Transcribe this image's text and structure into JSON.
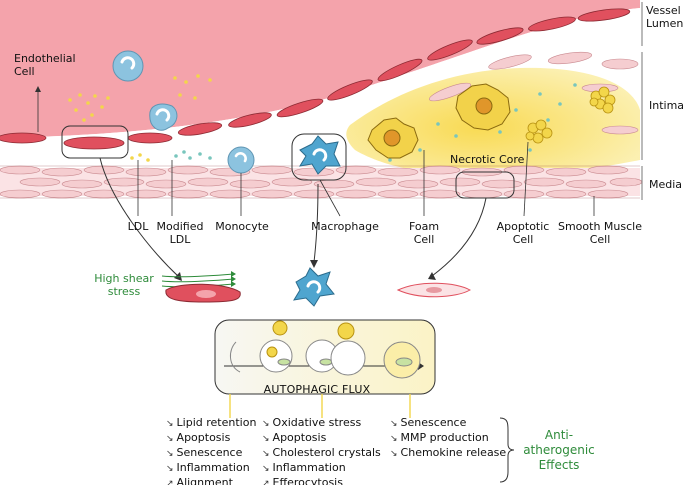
{
  "layers": {
    "vessel_lumen": [
      "Vessel",
      "Lumen"
    ],
    "intima": "Intima",
    "media": "Media"
  },
  "cell_labels": {
    "endothelial": [
      "Endothelial",
      "Cell"
    ],
    "ldl": "LDL",
    "modified_ldl": [
      "Modified",
      "LDL"
    ],
    "monocyte": "Monocyte",
    "macrophage": "Macrophage",
    "foam": [
      "Foam",
      "Cell"
    ],
    "apoptotic": [
      "Apoptotic",
      "Cell"
    ],
    "smooth_muscle": [
      "Smooth Muscle",
      "Cell"
    ],
    "necrotic_core": "Necrotic Core"
  },
  "shear": [
    "High shear",
    "stress"
  ],
  "flux_label": "AUTOPHAGIC FLUX",
  "effects": {
    "endothelial": [
      {
        "dir": "down",
        "text": "Lipid retention"
      },
      {
        "dir": "down",
        "text": "Apoptosis"
      },
      {
        "dir": "down",
        "text": "Senescence"
      },
      {
        "dir": "down",
        "text": "Inflammation"
      },
      {
        "dir": "up",
        "text": "Alignment"
      }
    ],
    "macrophage": [
      {
        "dir": "down",
        "text": "Oxidative stress"
      },
      {
        "dir": "down",
        "text": "Apoptosis"
      },
      {
        "dir": "down",
        "text": "Cholesterol crystals"
      },
      {
        "dir": "down",
        "text": "Inflammation"
      },
      {
        "dir": "up",
        "text": "Efferocytosis"
      }
    ],
    "smooth_muscle": [
      {
        "dir": "down",
        "text": "Senescence"
      },
      {
        "dir": "down",
        "text": "MMP production"
      },
      {
        "dir": "down",
        "text": "Chemokine release"
      }
    ]
  },
  "anti": [
    "Anti-atherogenic",
    "Effects"
  ],
  "colors": {
    "lumen": "#f4a3ab",
    "endothelial": "#e0505e",
    "plaque": "#fbe68a",
    "monocyte": "#7fb8d6",
    "media_cell": "#f5cdd0",
    "green": "#2e8b3a",
    "foam_cell": "#f2d24a",
    "lipid_dot": "#79c6bd"
  }
}
